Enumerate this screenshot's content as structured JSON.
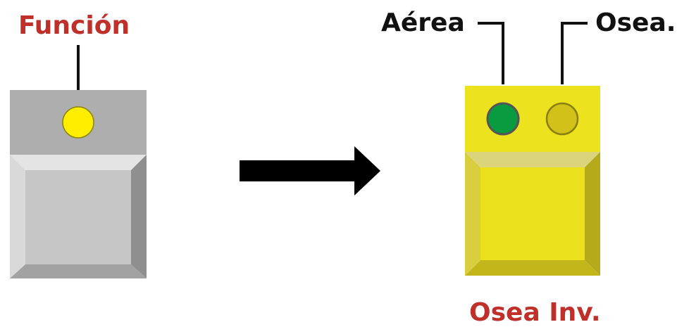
{
  "labels": {
    "funcion": "Función",
    "aerea": "Aérea",
    "osea": "Osea.",
    "osea_inv": "Osea Inv."
  },
  "colors": {
    "label_red": "#c0302a",
    "label_black": "#111111",
    "gray_top": "#aeaeae",
    "gray_face": "#c6c6c6",
    "yellow_top": "#ece21e",
    "yellow_face": "#ebe01c",
    "led_yellow": "#ffee00",
    "led_green": "#0a9a40",
    "led_olive": "#d1c118",
    "arrow": "#000000"
  },
  "icons": {
    "left_button": "gray-push-button-icon",
    "right_button": "yellow-push-button-icon",
    "arrow": "right-arrow-icon"
  }
}
